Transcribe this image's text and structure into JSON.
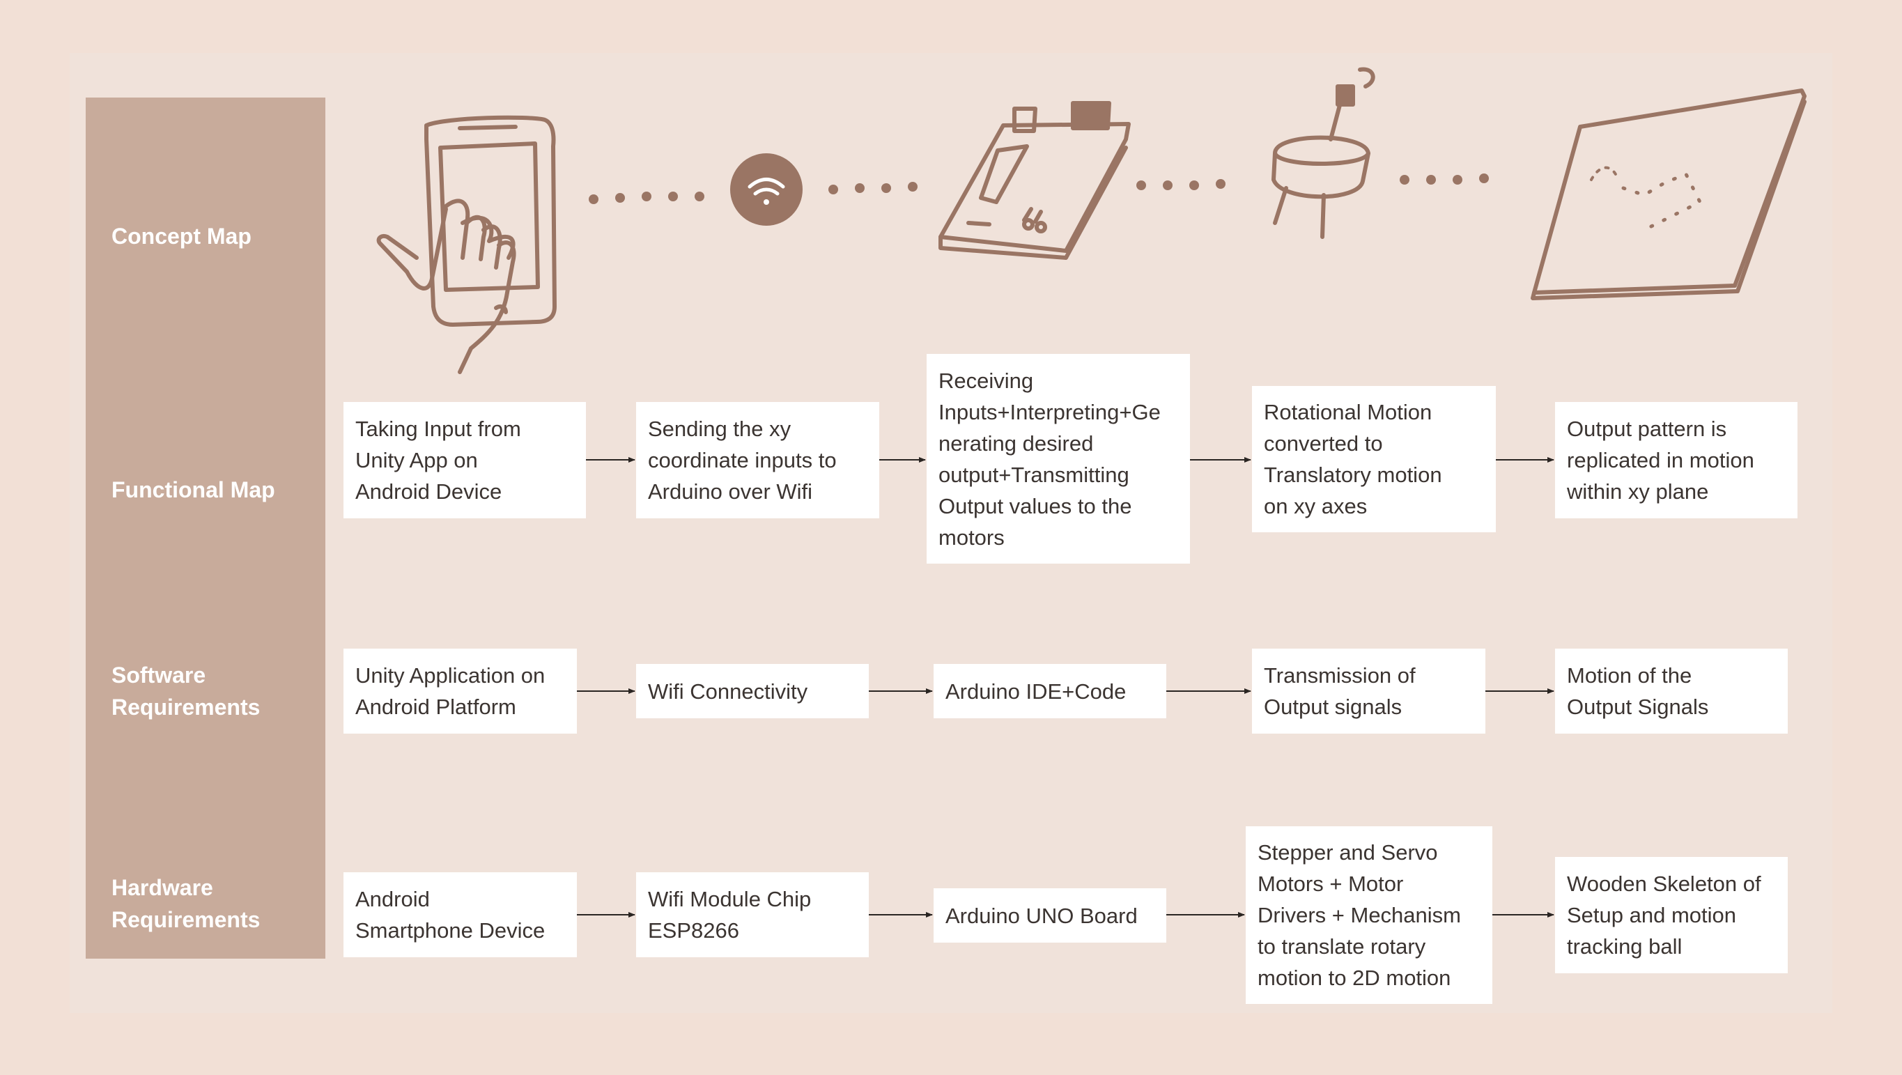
{
  "colors": {
    "background": "#f2e0d6",
    "card": "#f0e2da",
    "sidebar": "#c8ab9b",
    "illustration": "#9a7564",
    "box": "#ffffff",
    "box_text": "#3b3431",
    "label_text": "#ffffff"
  },
  "rows": {
    "concept": {
      "label": "Concept Map",
      "icons": [
        "tablet-touch-icon",
        "wifi-icon",
        "arduino-board-icon",
        "motor-icon",
        "plane-board-icon"
      ]
    },
    "functional": {
      "label": "Functional Map",
      "boxes": [
        "Taking Input from\nUnity App on\nAndroid Device",
        "Sending the xy\ncoordinate inputs to\nArduino over Wifi",
        "Receiving\nInputs+Interpreting+Ge\nnerating desired\noutput+Transmitting\nOutput values to the\nmotors",
        "Rotational Motion\nconverted to\nTranslatory motion\non xy axes",
        "Output pattern is\nreplicated in motion\nwithin xy plane"
      ]
    },
    "software": {
      "label": "Software\nRequirements",
      "boxes": [
        "Unity Application on\nAndroid Platform",
        "Wifi Connectivity",
        "Arduino IDE+Code",
        "Transmission of\nOutput signals",
        "Motion of the\nOutput Signals"
      ]
    },
    "hardware": {
      "label": "Hardware\nRequirements",
      "boxes": [
        "Android\nSmartphone Device",
        "Wifi Module Chip\nESP8266",
        "Arduino UNO Board",
        "Stepper and Servo\nMotors + Motor\nDrivers + Mechanism\nto translate rotary\nmotion to 2D motion",
        "Wooden Skeleton of\nSetup and motion\ntracking ball"
      ]
    }
  }
}
